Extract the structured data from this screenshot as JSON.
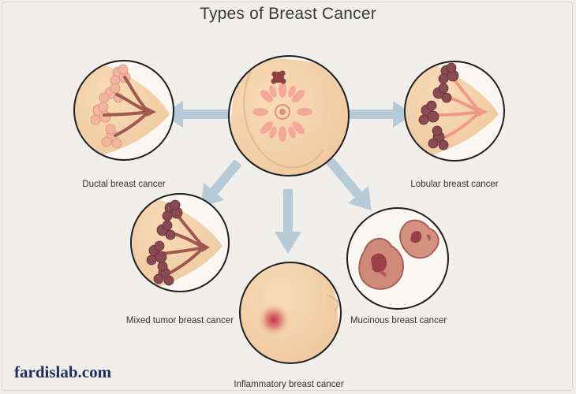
{
  "title": "Types of Breast Cancer",
  "labels": {
    "ductal": "Ductal breast cancer",
    "lobular": "Lobular breast cancer",
    "mixed": "Mixed tumor breast cancer",
    "mucinous": "Mucinous breast cancer",
    "inflammatory": "Inflammatory breast cancer"
  },
  "watermark": "fardislab.com",
  "colors": {
    "skin": "#f5d4ad",
    "skin_shadow": "#e8c39a",
    "circle_outline": "#222222",
    "arrow": "#b4c8d6",
    "lobule_healthy": "#f2b7a2",
    "lobule_tumor": "#8a4a52",
    "duct": "#a0594f",
    "mucinous_mass": "#cf8a7a"
  }
}
